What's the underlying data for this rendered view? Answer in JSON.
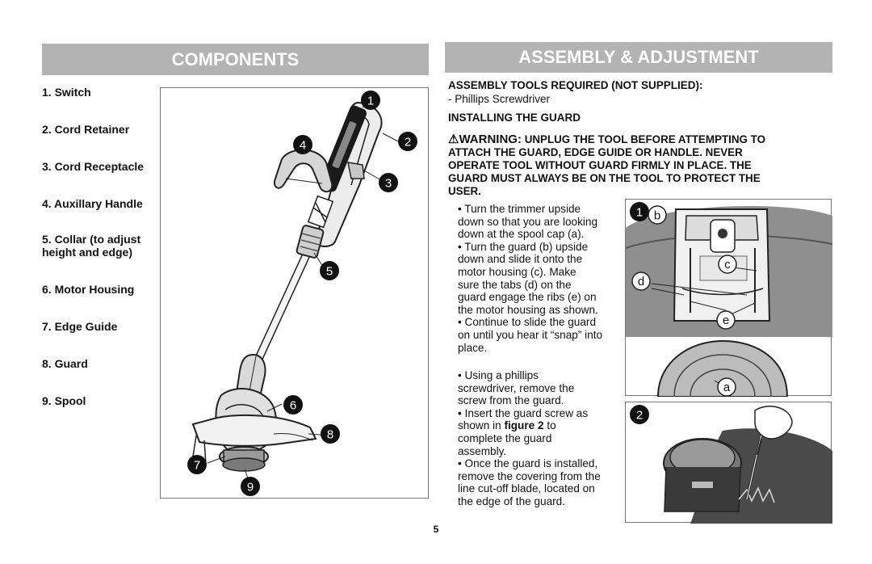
{
  "components": {
    "title": "COMPONENTS",
    "items": [
      "1. Switch",
      "2. Cord Retainer",
      "3. Cord Receptacle",
      "4. Auxillary Handle",
      "5. Collar (to adjust",
      "height and edge)",
      "6. Motor Housing",
      "7. Edge Guide",
      "8. Guard",
      "9. Spool"
    ],
    "callouts": [
      "1",
      "2",
      "3",
      "4",
      "5",
      "6",
      "7",
      "8",
      "9"
    ]
  },
  "assembly": {
    "title": "ASSEMBLY & ADJUSTMENT",
    "tools_heading": "ASSEMBLY TOOLS REQUIRED (NOT SUPPLIED):",
    "tools_item": "- Phillips Screwdriver",
    "installing_heading": "INSTALLING THE GUARD",
    "warning_symbol": "⚠",
    "warning_word": "WARNING:",
    "warning_line1": "UNPLUG THE TOOL BEFORE ATTEMPTING TO",
    "warning_line2": "ATTACH THE GUARD, EDGE GUIDE OR HANDLE. NEVER",
    "warning_line3": "OPERATE TOOL WITHOUT GUARD FIRMLY IN PLACE. THE",
    "warning_line4": "GUARD MUST ALWAYS BE ON THE TOOL TO PROTECT THE",
    "warning_line5": "USER.",
    "steps_a": [
      "• Turn the trimmer upside",
      "down so that you are looking",
      "down at the spool cap (a).",
      "• Turn the guard (b) upside",
      "down and slide it onto the",
      "motor housing (c). Make",
      "sure the tabs (d) on the",
      "guard engage the ribs (e) on",
      "the motor housing as shown.",
      "• Continue to slide the guard",
      "on until you hear it “snap” into",
      "place."
    ],
    "steps_b_pre": [
      "• Using a phillips",
      "screwdriver, remove the",
      "screw from the guard.",
      "• Insert the guard screw as"
    ],
    "steps_b_shown": "shown in ",
    "steps_b_figref": "figure 2",
    "steps_b_to": " to",
    "steps_b_post": [
      "complete the guard",
      "assembly.",
      "• Once the guard is installed,",
      "remove the covering from the",
      "line cut-off blade, located on",
      "the edge of the guard."
    ],
    "fig1_labels": {
      "num": "1",
      "b": "b",
      "c": "c",
      "d": "d",
      "e": "e",
      "a": "a"
    },
    "fig2_labels": {
      "num": "2"
    }
  },
  "page_number": "5"
}
